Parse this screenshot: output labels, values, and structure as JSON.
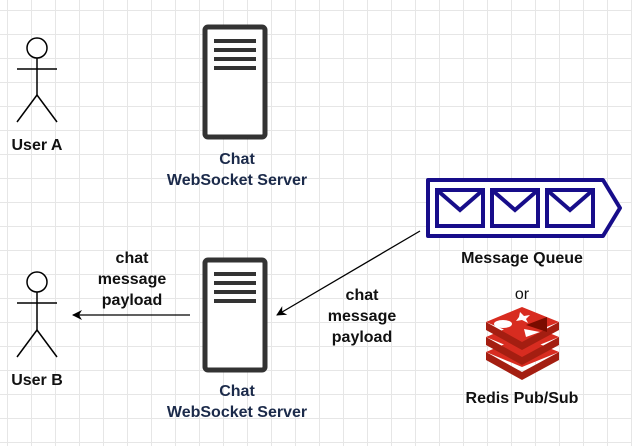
{
  "actors": {
    "user_a": "User A",
    "user_b": "User B"
  },
  "servers": {
    "top": {
      "line1": "Chat",
      "line2": "WebSocket Server"
    },
    "bottom": {
      "line1": "Chat",
      "line2": "WebSocket Server"
    }
  },
  "queue": {
    "label": "Message Queue"
  },
  "or_text": "or",
  "redis": {
    "label": "Redis Pub/Sub"
  },
  "arrows": {
    "server_to_user": {
      "line1": "chat",
      "line2": "message",
      "line3": "payload"
    },
    "queue_to_server": {
      "line1": "chat",
      "line2": "message",
      "line3": "payload"
    }
  },
  "icons": {
    "actor": "stick-figure-icon",
    "server": "server-icon",
    "queue": "message-queue-icon",
    "redis": "redis-logo-icon"
  },
  "colors": {
    "queue": "#170d8a",
    "redis_dark": "#a41e11",
    "redis_mid": "#c6302b",
    "redis_light": "#d82c20",
    "server": "#333333"
  }
}
